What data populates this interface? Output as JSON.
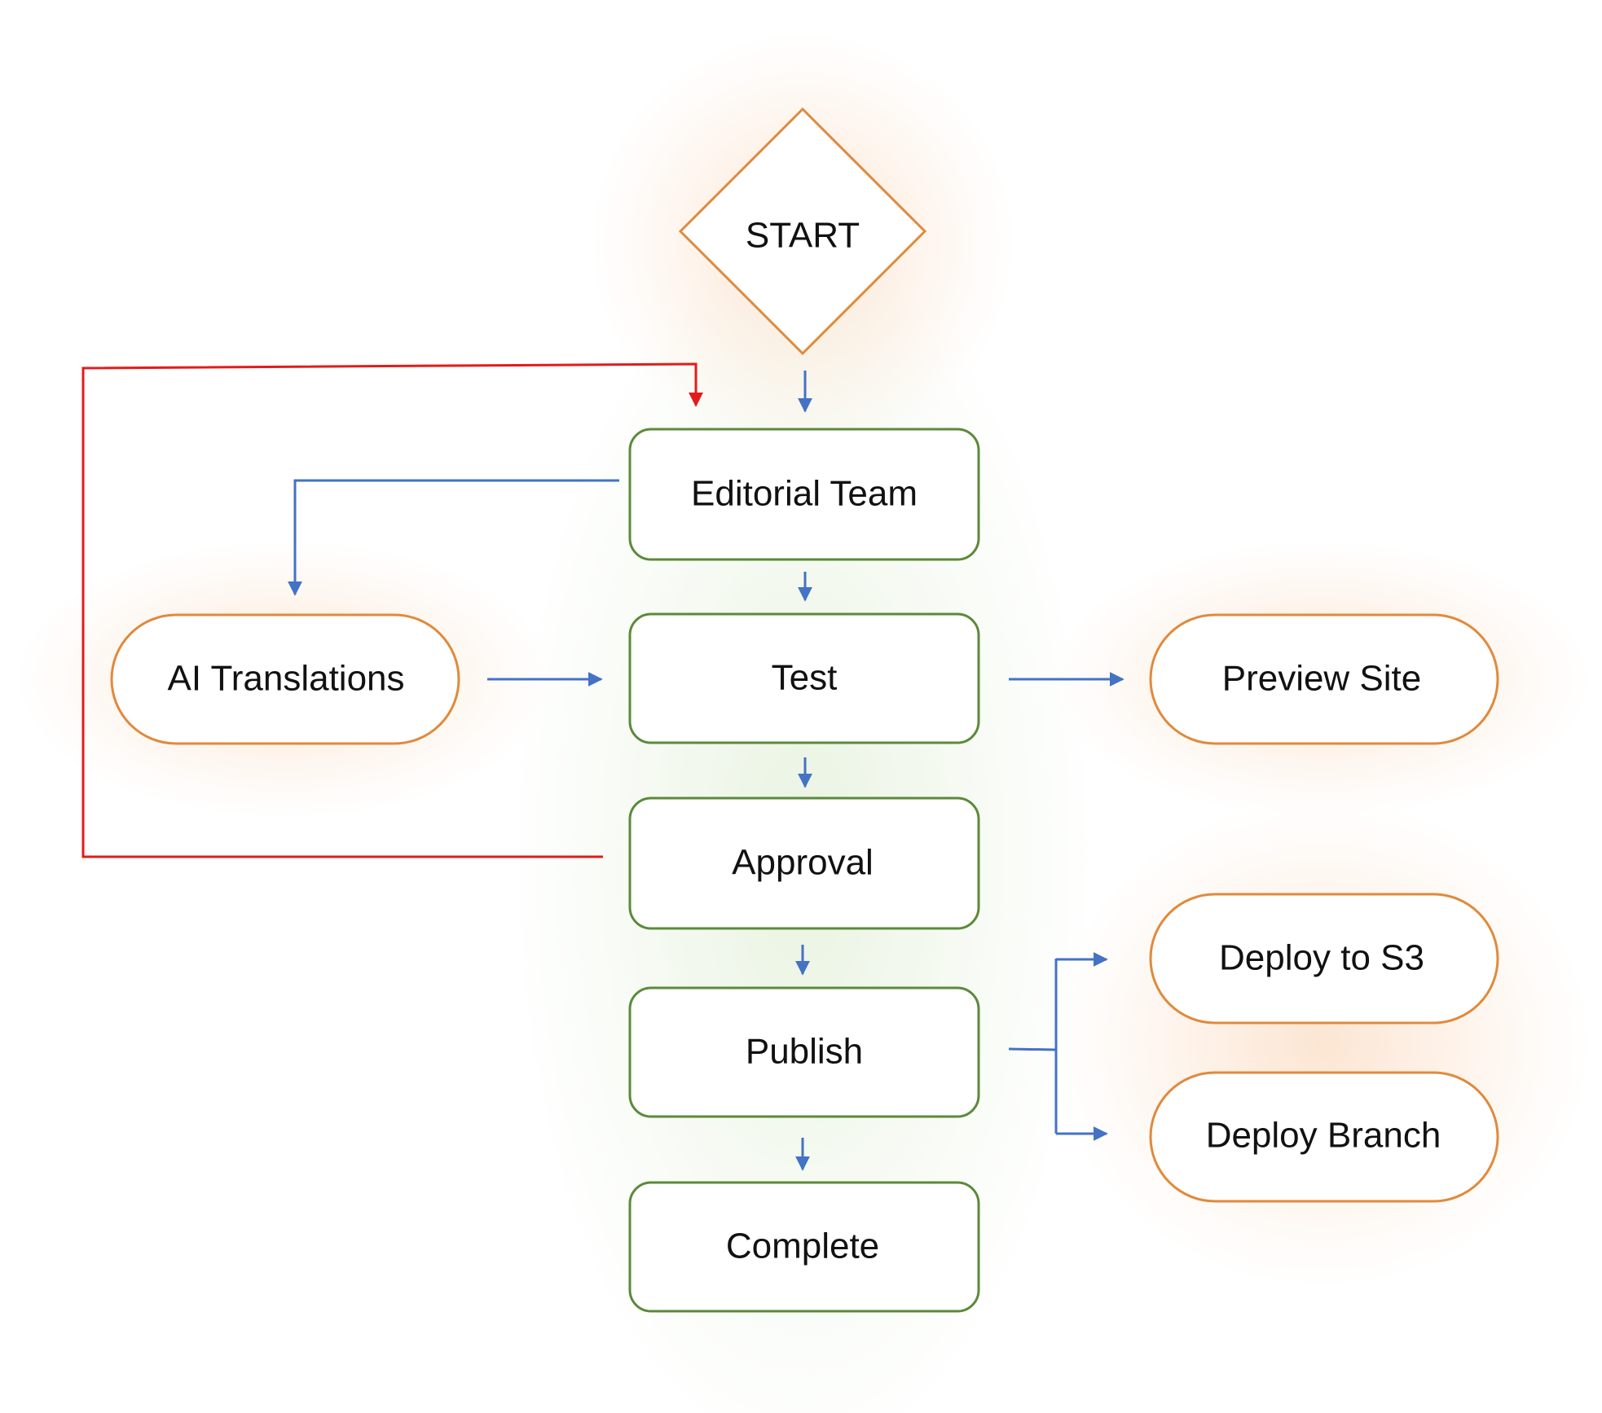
{
  "nodes": {
    "start": "START",
    "editorial_team": "Editorial Team",
    "ai_translations": "AI Translations",
    "test": "Test",
    "preview_site": "Preview Site",
    "approval": "Approval",
    "publish": "Publish",
    "deploy_s3": "Deploy to S3",
    "deploy_branch": "Deploy Branch",
    "complete": "Complete"
  },
  "colors": {
    "process_stroke": "#5B8A3A",
    "terminal_stroke": "#E08A3C",
    "flow_arrow": "#4472C4",
    "feedback_arrow": "#E31B1B",
    "text": "#111111"
  }
}
